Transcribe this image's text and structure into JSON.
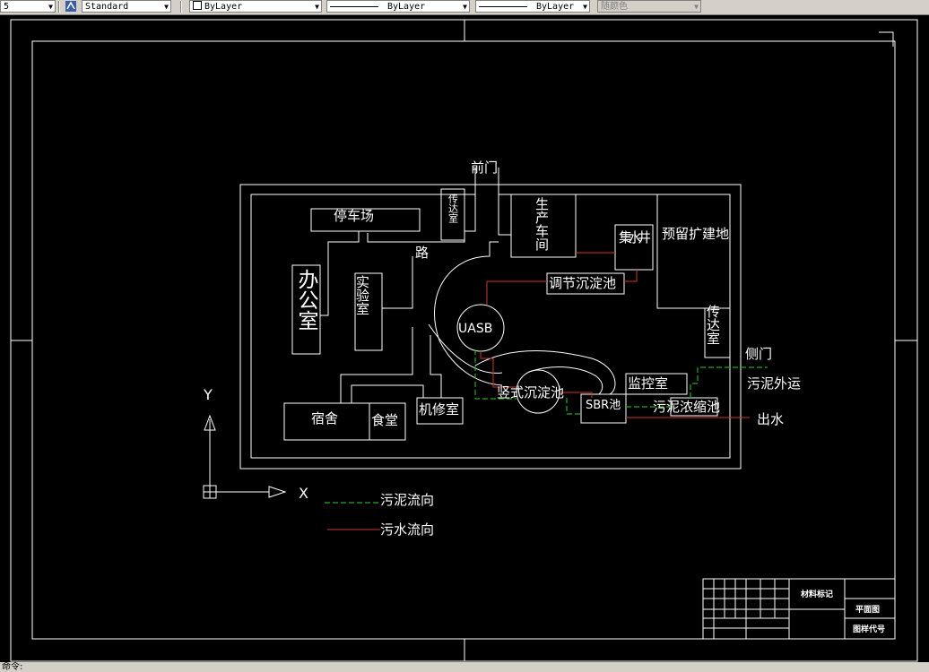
{
  "toolbar": {
    "dimstyle_partial": "5",
    "textstyle": "Standard",
    "layer_color": "ByLayer",
    "linetype": "ByLayer",
    "lineweight": "ByLayer",
    "plotstyle": "随颜色"
  },
  "drawing": {
    "labels": {
      "front_gate": "前门",
      "side_gate": "侧门",
      "parking": "停车场",
      "guard_left": "传达室",
      "road": "路",
      "office": "办公室",
      "lab": "实验室",
      "workshop": "生产车间",
      "sump": "集水井",
      "reserved": "预留扩建地",
      "guard_right": "传达室",
      "equalization": "调节沉淀池",
      "uasb": "UASB",
      "vertical_settler": "竖式沉淀池",
      "monitor_room": "监控室",
      "sbr": "SBR池",
      "thickener": "污泥浓缩池",
      "sludge_out": "污泥外运",
      "effluent": "出水",
      "dorm": "宿舍",
      "canteen": "食堂",
      "repair": "机修室",
      "axis_x": "X",
      "axis_y": "Y"
    },
    "legend": {
      "sludge": "污泥流向",
      "sewage": "污水流向"
    },
    "colors": {
      "line": "#ffffff",
      "sludge_flow": "#22aa22",
      "sewage_flow": "#cc3333"
    },
    "title_block": {
      "material_mark": "材料标记",
      "plan_view": "平面图",
      "drawing_code": "图样代号"
    }
  },
  "cmdline": {
    "prompt": "命令:"
  }
}
